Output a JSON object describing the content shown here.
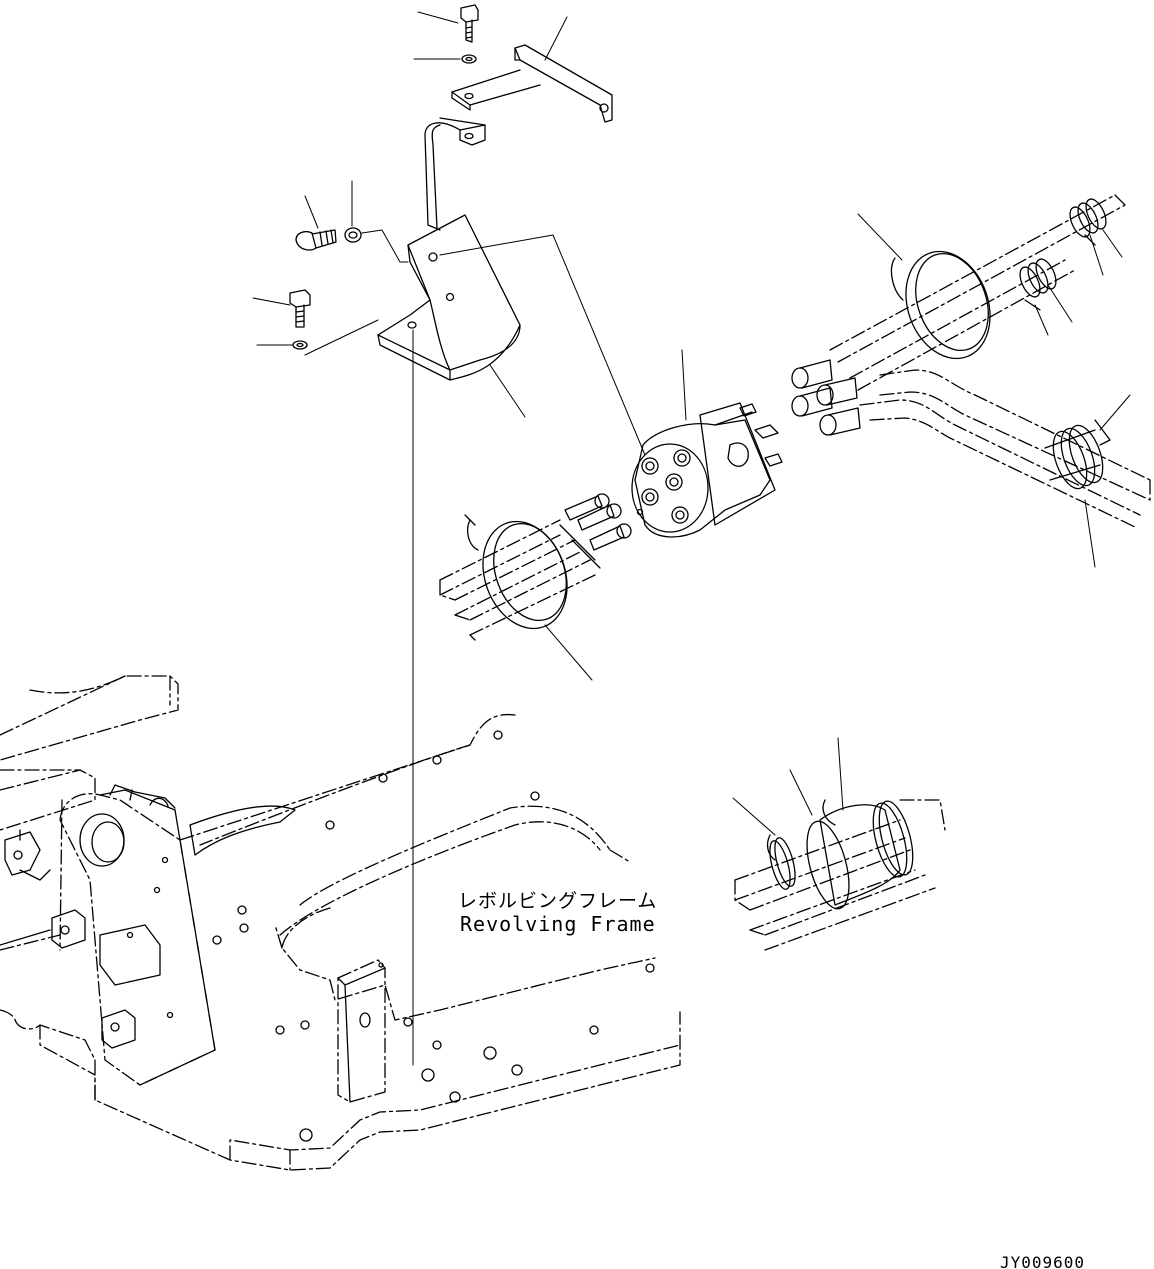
{
  "frame_label": {
    "japanese": "レボルビングフレーム",
    "english": "Revolving Frame"
  },
  "drawing_id": "JY009600"
}
